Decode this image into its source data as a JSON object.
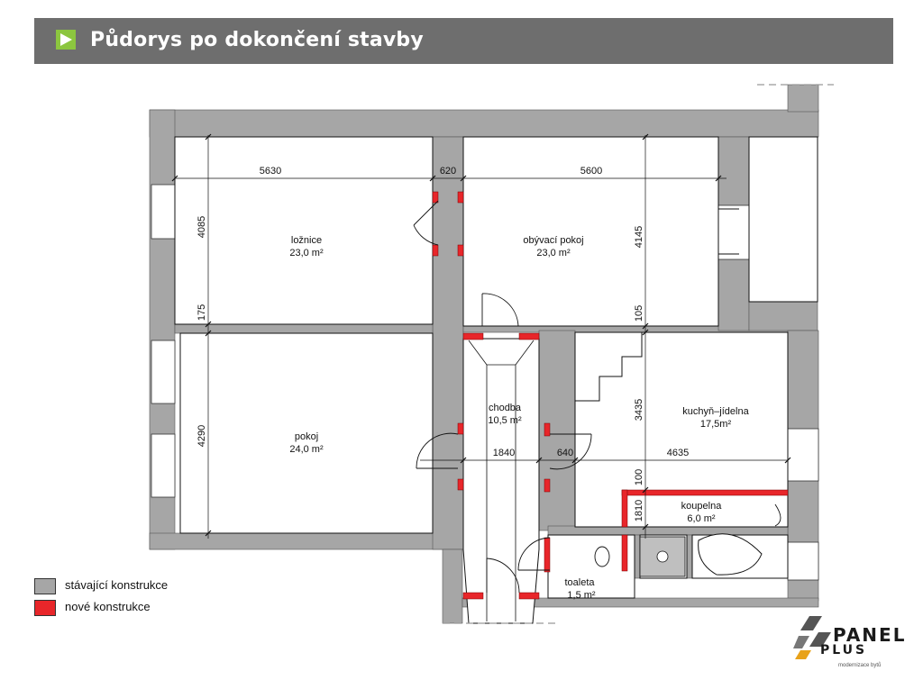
{
  "header": {
    "title": "Půdorys po dokončení stavby"
  },
  "rooms": [
    {
      "name": "ložnice",
      "area": "23,0 m²"
    },
    {
      "name": "obývací pokoj",
      "area": "23,0 m²"
    },
    {
      "name": "pokoj",
      "area": "24,0 m²"
    },
    {
      "name": "chodba",
      "area": "10,5 m²"
    },
    {
      "name": "kuchyň–jídelna",
      "area": "17,5m²"
    },
    {
      "name": "koupelna",
      "area": "6,0 m²"
    },
    {
      "name": "toaleta",
      "area": "1,5 m²"
    }
  ],
  "dimensions": [
    "5630",
    "620",
    "5600",
    "4085",
    "4145",
    "175",
    "105",
    "4290",
    "3435",
    "1840",
    "640",
    "4635",
    "100",
    "1810"
  ],
  "legend": [
    {
      "label": "stávající konstrukce",
      "color": "#a6a6a6"
    },
    {
      "label": "nové konstrukce",
      "color": "#e8262a"
    }
  ],
  "logo": {
    "line1": "PANEL",
    "line2": "PLUS",
    "tagline": "modernizace bytů"
  },
  "colors": {
    "existing_wall": "#a6a6a6",
    "new_wall": "#e8262a",
    "header_bg": "#6e6e6e",
    "accent": "#8cc63f"
  }
}
